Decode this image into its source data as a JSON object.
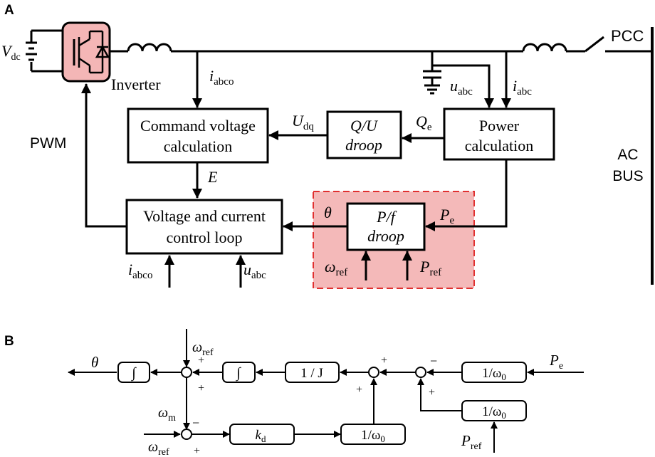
{
  "panel_a": {
    "label": "A",
    "vdc": {
      "main": "V",
      "sub": "dc"
    },
    "inverter": "Inverter",
    "pwm": "PWM",
    "pcc": "PCC",
    "ac_bus": [
      "AC",
      "BUS"
    ],
    "i_abco": {
      "main": "i",
      "sub": "abco"
    },
    "u_abc": {
      "main": "u",
      "sub": "abc"
    },
    "i_abc": {
      "main": "i",
      "sub": "abc"
    },
    "u_dq": {
      "main": "U",
      "sub": "dq"
    },
    "q_e": {
      "main": "Q",
      "sub": "e"
    },
    "e": "E",
    "theta": "θ",
    "p_e": {
      "main": "P",
      "sub": "e"
    },
    "omega_ref": {
      "main": "ω",
      "sub": "ref"
    },
    "p_ref": {
      "main": "P",
      "sub": "ref"
    },
    "i_abco_in": {
      "main": "i",
      "sub": "abco"
    },
    "u_abc_in": {
      "main": "u",
      "sub": "abc"
    },
    "blocks": {
      "command_voltage": [
        "Command voltage",
        "calculation"
      ],
      "qu_droop": [
        "Q/U",
        "droop"
      ],
      "power_calc": [
        "Power",
        "calculation"
      ],
      "vc_loop": [
        "Voltage and current",
        "control loop"
      ],
      "pf_droop": [
        "P/f",
        "droop"
      ]
    }
  },
  "panel_b": {
    "label": "B",
    "theta": "θ",
    "integrator_1": "∫",
    "integrator_2": "∫",
    "inv_j": "1 / J",
    "inv_w0_1": {
      "main": "1/ω",
      "sub": "0"
    },
    "inv_w0_2": {
      "main": "1/ω",
      "sub": "0"
    },
    "inv_w0_3": {
      "main": "1/ω",
      "sub": "0"
    },
    "kd": {
      "main": "k",
      "sub": "d"
    },
    "omega_ref_top": {
      "main": "ω",
      "sub": "ref"
    },
    "omega_m": {
      "main": "ω",
      "sub": "m"
    },
    "omega_ref_bottom": {
      "main": "ω",
      "sub": "ref"
    },
    "p_e": {
      "main": "P",
      "sub": "e"
    },
    "p_ref": {
      "main": "P",
      "sub": "ref"
    },
    "signs": {
      "plus": "+",
      "minus": "−"
    }
  }
}
